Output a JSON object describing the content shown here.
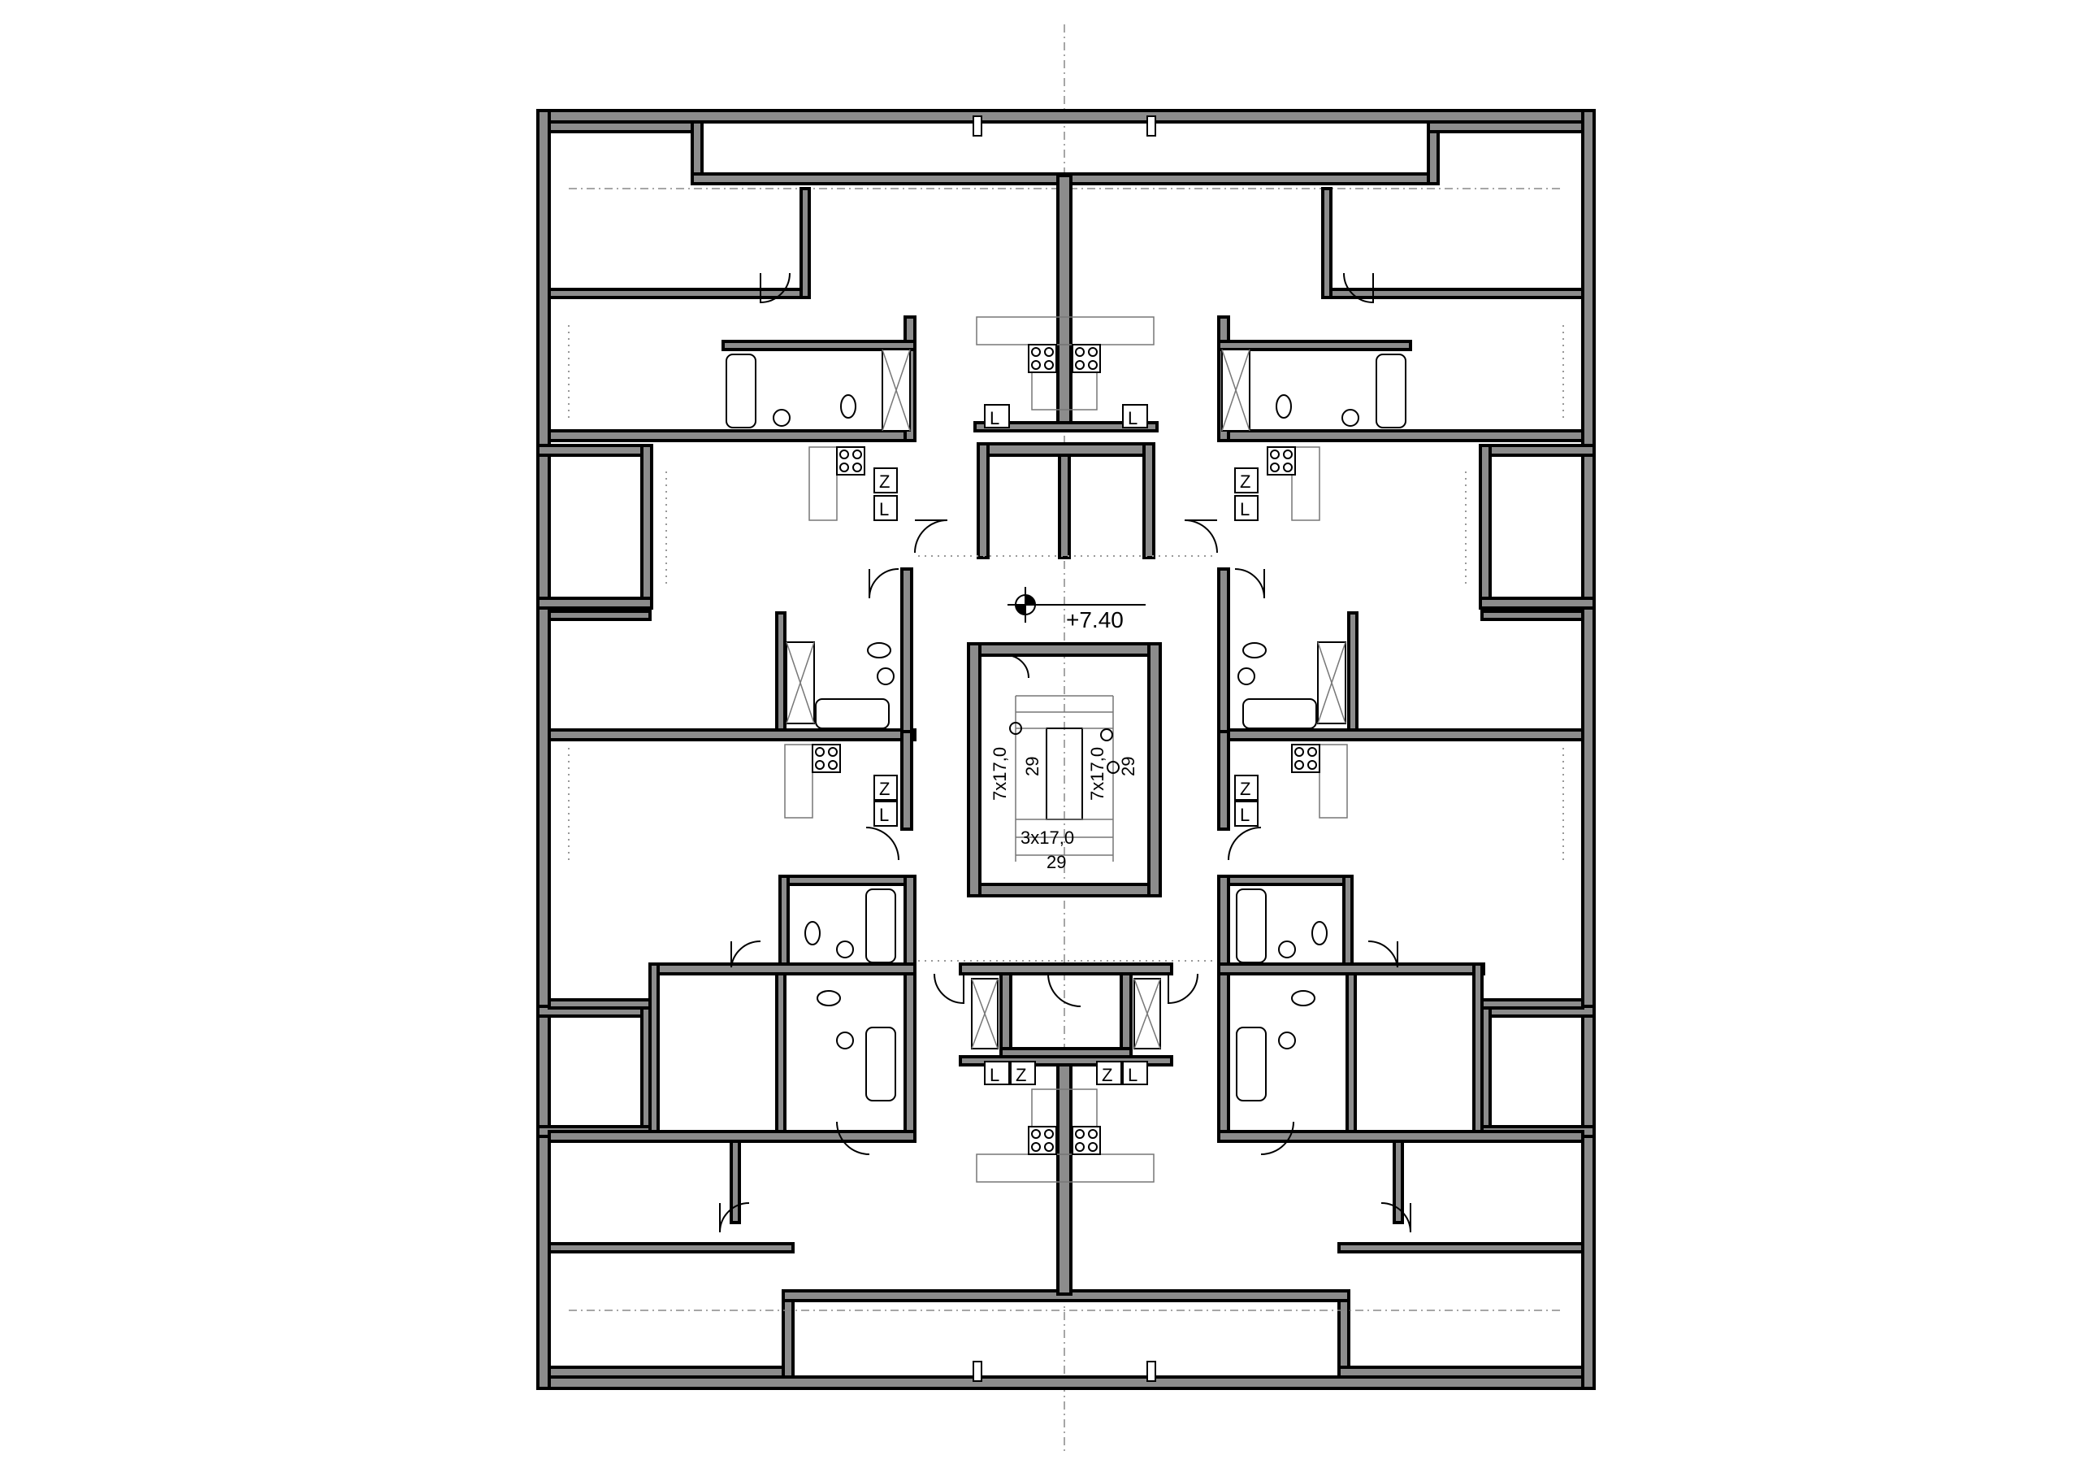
{
  "plan": {
    "elevation": "+7.40",
    "stair_top_left": {
      "line1": "7x17,0",
      "line2": "29"
    },
    "stair_top_right": {
      "line1": "7x17,0",
      "line2": "29"
    },
    "stair_bottom": {
      "line1": "3x17,0",
      "line2": "29"
    },
    "fixture_marks": {
      "fridge": "L",
      "freezer": "Z"
    },
    "colors": {
      "wall_fill": "#8c8c8c",
      "line": "#000000",
      "background": "#ffffff"
    }
  }
}
